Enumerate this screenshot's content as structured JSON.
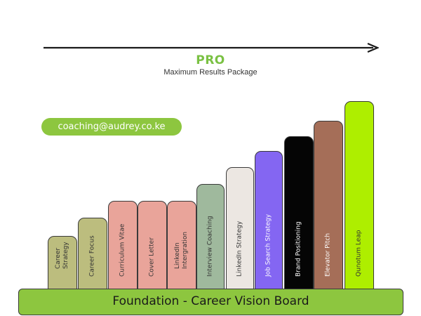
{
  "header": {
    "title": "PRO",
    "subtitle": "Maximum Results Package"
  },
  "contact": {
    "email": "coaching@audrey.co.ke"
  },
  "foundation": {
    "label": "Foundation - Career Vision Board",
    "color": "#8dc63f"
  },
  "steps": [
    {
      "label": "Career\nStrategy",
      "color": "#bcbd7e",
      "text_color": "#333333"
    },
    {
      "label": "Career Focus",
      "color": "#bcbd7e",
      "text_color": "#333333"
    },
    {
      "label": "Curriculum Vitae",
      "color": "#e9a49a",
      "text_color": "#333333"
    },
    {
      "label": "Cover Letter",
      "color": "#e9a49a",
      "text_color": "#333333"
    },
    {
      "label": "LinkedIn\nIntergration",
      "color": "#e9a49a",
      "text_color": "#333333"
    },
    {
      "label": "Interview Coaching",
      "color": "#9fb99d",
      "text_color": "#333333"
    },
    {
      "label": "LinkedIn Strategy",
      "color": "#ece7e2",
      "text_color": "#333333"
    },
    {
      "label": "Job Search Strategy",
      "color": "#8466f2",
      "text_color": "#ffffff"
    },
    {
      "label": "Brand Positioning",
      "color": "#050505",
      "text_color": "#ffffff"
    },
    {
      "label": "Elevator Pitch",
      "color": "#a56e58",
      "text_color": "#ffffff"
    },
    {
      "label": "Qunotum Leap",
      "color": "#aeee00",
      "text_color": "#333333"
    }
  ]
}
